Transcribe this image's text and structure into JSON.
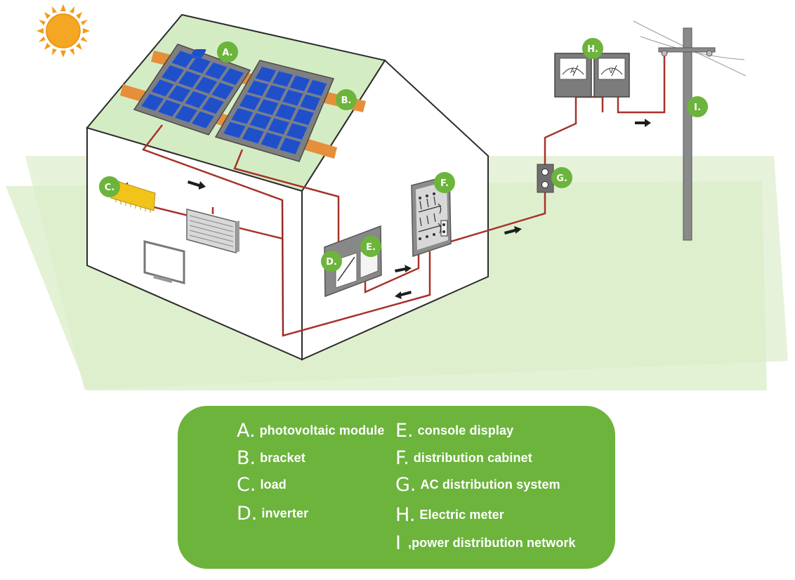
{
  "markers": {
    "A": "A.",
    "B": "B.",
    "C": "C.",
    "D": "D.",
    "E": "E.",
    "F": "F.",
    "G": "G.",
    "H": "H.",
    "I": "I."
  },
  "meters": {
    "ammeter_symbol": "A",
    "voltmeter_symbol": "V"
  },
  "legend": {
    "left": [
      {
        "letter": "A.",
        "label": "photovoltaic module"
      },
      {
        "letter": "B.",
        "label": "bracket"
      },
      {
        "letter": "C.",
        "label": "load"
      },
      {
        "letter": "D.",
        "label": "inverter"
      }
    ],
    "right": [
      {
        "letter": "E.",
        "label": "console display"
      },
      {
        "letter": "F.",
        "label": "distribution cabinet"
      },
      {
        "letter": "G.",
        "label": "AC distribution system"
      },
      {
        "letter": "H.",
        "label": "Electric meter"
      },
      {
        "letter": "I",
        "label": ",power distribution network"
      }
    ]
  },
  "colors": {
    "accent_green": "#6cb43c",
    "wire_red": "#a8322a",
    "ground_green": "#e2f0d6",
    "roof_green": "#d4ecc4",
    "panel_blue": "#1f4fc9",
    "sun_orange": "#f39c12"
  }
}
